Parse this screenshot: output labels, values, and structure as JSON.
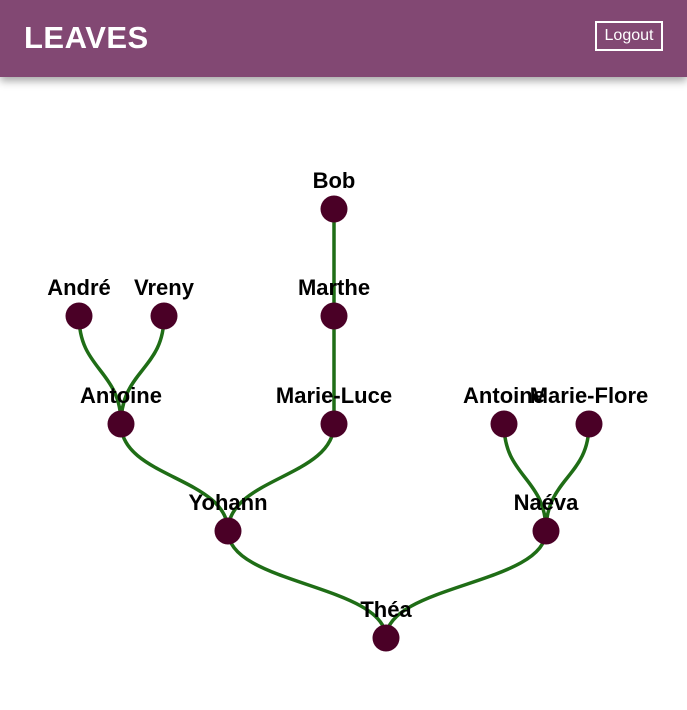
{
  "header": {
    "title": "LEAVES",
    "logout_label": "Logout"
  },
  "colors": {
    "header_bg": "#824873",
    "node_fill": "#4a0026",
    "link_stroke": "#1f6d16",
    "label_text": "#000000"
  },
  "tree": {
    "people": [
      {
        "id": "thea",
        "name": "Théa",
        "parents": [
          "yohann",
          "naeva"
        ]
      },
      {
        "id": "yohann",
        "name": "Yohann",
        "parents": [
          "antoine1",
          "marie-luce"
        ]
      },
      {
        "id": "naeva",
        "name": "Naéva",
        "parents": [
          "antoine2",
          "marie-flore"
        ]
      },
      {
        "id": "antoine1",
        "name": "Antoine",
        "parents": [
          "andre",
          "vreny"
        ]
      },
      {
        "id": "marie-luce",
        "name": "Marie-Luce",
        "parents": [
          "marthe"
        ]
      },
      {
        "id": "antoine2",
        "name": "Antoine",
        "parents": []
      },
      {
        "id": "marie-flore",
        "name": "Marie-Flore",
        "parents": []
      },
      {
        "id": "andre",
        "name": "André",
        "parents": []
      },
      {
        "id": "vreny",
        "name": "Vreny",
        "parents": []
      },
      {
        "id": "marthe",
        "name": "Marthe",
        "parents": [
          "bob"
        ]
      },
      {
        "id": "bob",
        "name": "Bob",
        "parents": []
      }
    ]
  }
}
